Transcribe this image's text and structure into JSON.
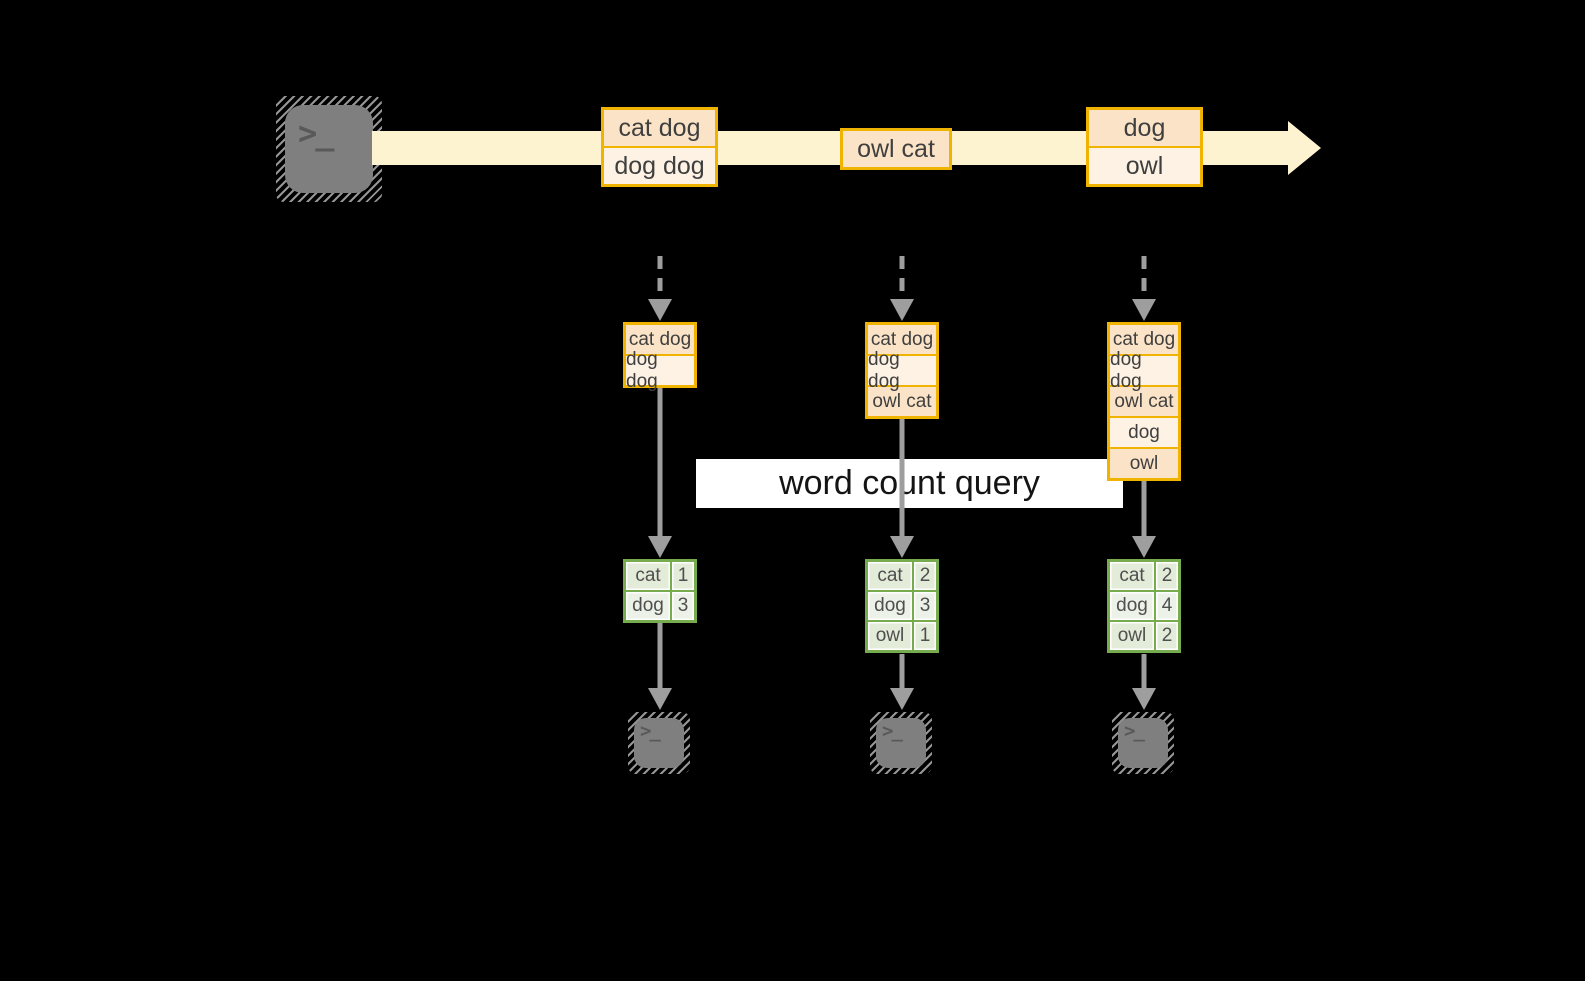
{
  "query_label": "word count query",
  "terminal_glyph": ">_",
  "colors": {
    "background": "#000000",
    "stream_band": "#fdf3d1",
    "event_border": "#f0b400",
    "event_fill_dark": "#fbe3c7",
    "event_fill_light": "#fdf2e3",
    "table_border": "#76ab4e",
    "table_fill_dark": "#e3ebd9",
    "table_fill_light": "#edf2e8",
    "arrow_gray": "#9e9e9e",
    "terminal_gray": "#7f7f7f",
    "query_label_bg": "#ffffff"
  },
  "stream_events": [
    {
      "rows": [
        "cat dog",
        "dog dog"
      ]
    },
    {
      "rows": [
        "owl cat"
      ]
    },
    {
      "rows": [
        "dog",
        "owl"
      ]
    }
  ],
  "ingest_stacks": [
    {
      "rows": [
        "cat dog",
        "dog dog"
      ]
    },
    {
      "rows": [
        "cat dog",
        "dog dog",
        "owl cat"
      ]
    },
    {
      "rows": [
        "cat dog",
        "dog dog",
        "owl cat",
        "dog",
        "owl"
      ]
    }
  ],
  "count_tables": [
    {
      "rows": [
        [
          "cat",
          "1"
        ],
        [
          "dog",
          "3"
        ]
      ]
    },
    {
      "rows": [
        [
          "cat",
          "2"
        ],
        [
          "dog",
          "3"
        ],
        [
          "owl",
          "1"
        ]
      ]
    },
    {
      "rows": [
        [
          "cat",
          "2"
        ],
        [
          "dog",
          "4"
        ],
        [
          "owl",
          "2"
        ]
      ]
    }
  ]
}
